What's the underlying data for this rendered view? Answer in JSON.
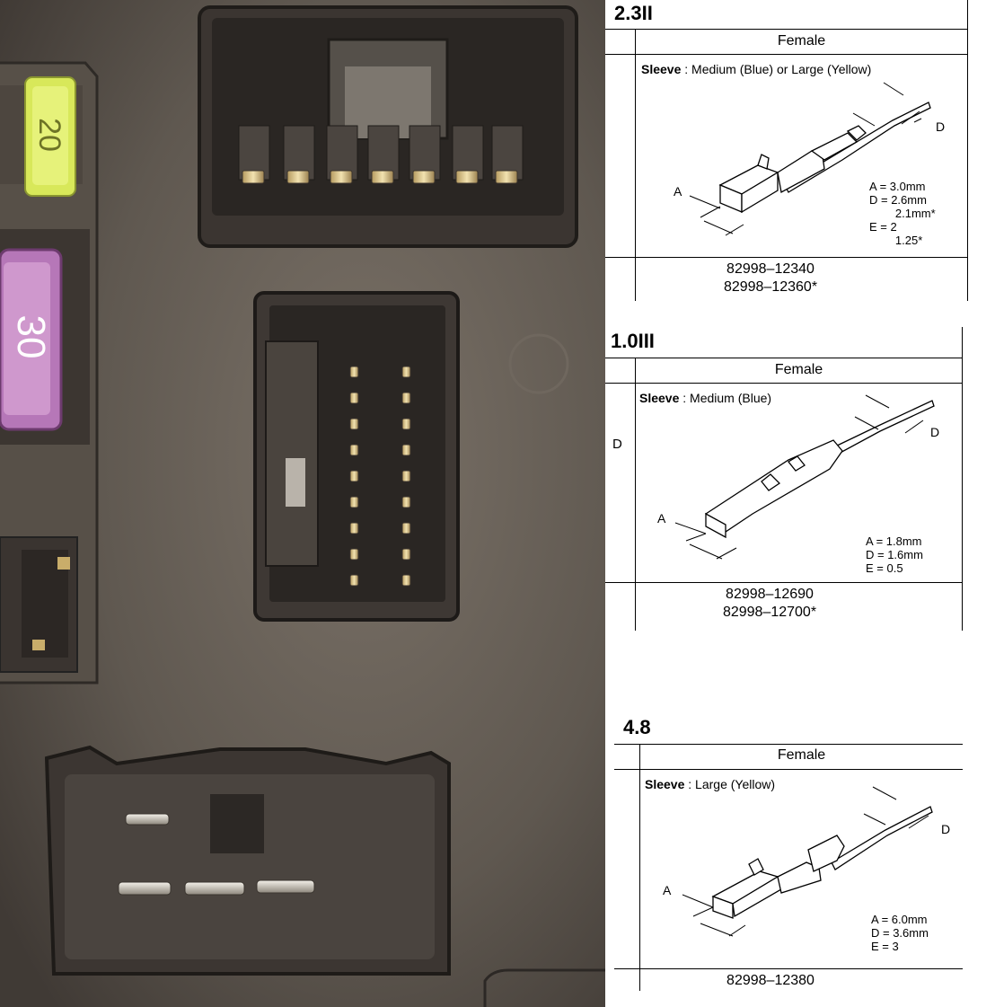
{
  "fuses": {
    "fuse_20": "20",
    "fuse_30": "30"
  },
  "terminals": [
    {
      "title": "2.3II",
      "header": "Female",
      "sleeve_label": "Sleeve",
      "sleeve_text": " : Medium (Blue) or Large (Yellow)",
      "label_a": "A",
      "label_d": "D",
      "dims": "A = 3.0mm\nD = 2.6mm\n        2.1mm*\nE = 2\n        1.25*",
      "part_numbers": "82998–12340\n82998–12360*"
    },
    {
      "title": "1.0III",
      "header": "Female",
      "sleeve_label": "Sleeve",
      "sleeve_text": " : Medium (Blue)",
      "label_a": "A",
      "label_d": "D",
      "left_d": "D",
      "dims": "A = 1.8mm\nD = 1.6mm\nE = 0.5",
      "part_numbers": "82998–12690\n82998–12700*"
    },
    {
      "title": "4.8",
      "header": "Female",
      "sleeve_label": "Sleeve",
      "sleeve_text": " : Large (Yellow)",
      "label_a": "A",
      "label_d": "D",
      "dims": "A = 6.0mm\nD = 3.6mm\nE = 3",
      "part_numbers": "82998–12380"
    }
  ]
}
